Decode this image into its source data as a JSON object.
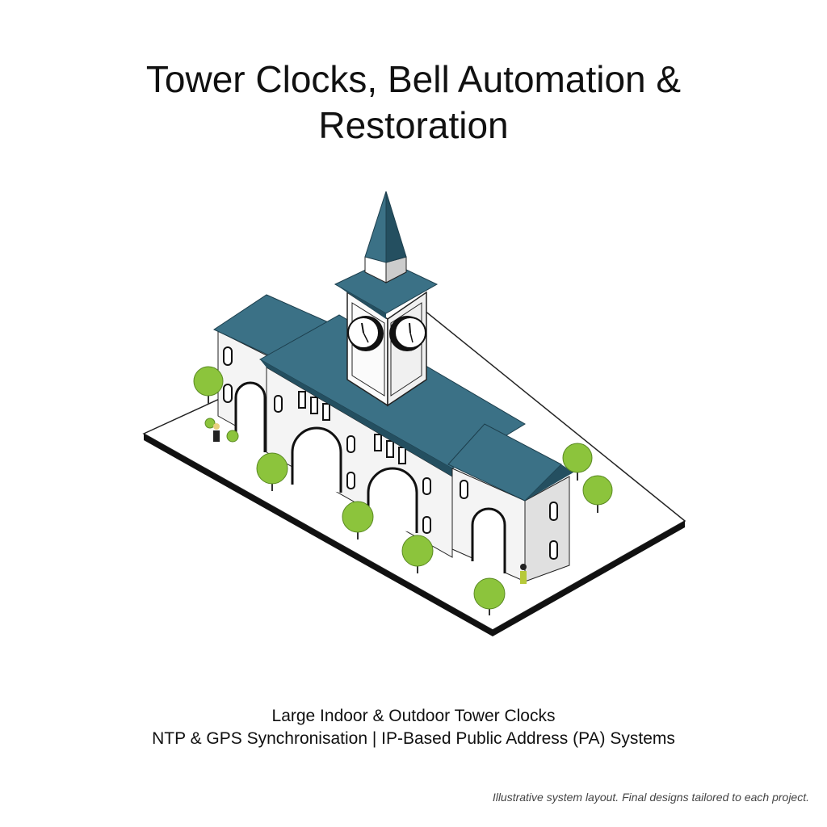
{
  "title": {
    "line1": "Tower Clocks, Bell Automation &",
    "line2": "Restoration"
  },
  "subtitle": {
    "line1": "Large Indoor & Outdoor Tower Clocks",
    "line2": "NTP & GPS Synchronisation | IP-Based Public Address (PA) Systems"
  },
  "footer": "Illustrative system layout. Final designs tailored to each project.",
  "colors": {
    "roof": "#3b7186",
    "roof_dark": "#244f60",
    "tree": "#8cc43c",
    "wall": "#f4f4f4"
  }
}
